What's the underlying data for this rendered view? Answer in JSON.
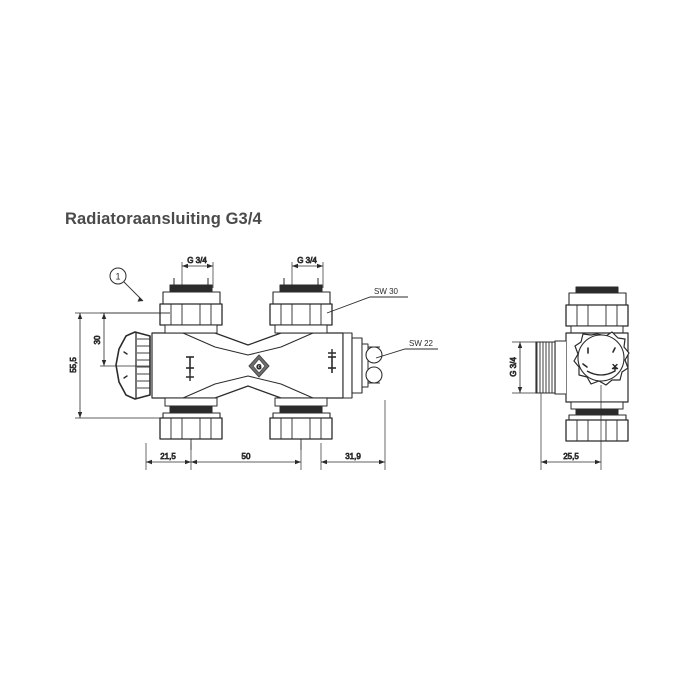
{
  "page": {
    "title": "Radiatoraansluiting G3/4",
    "background_color": "#ffffff",
    "line_color": "#2b2b2b",
    "title_color": "#4a4a4a"
  },
  "drawing": {
    "type": "technical-drawing",
    "description": "Radiator connection valve G3/4 — front view and side view with dimensions",
    "callouts": [
      {
        "id": "balloon-1",
        "label": "1"
      }
    ],
    "leader_labels": [
      {
        "id": "sw30",
        "label": "SW 30"
      },
      {
        "id": "sw22",
        "label": "SW 22"
      }
    ],
    "front_view": {
      "dimensions": {
        "top_left_thread": "G 3/4",
        "top_right_thread": "G 3/4",
        "vertical_outer": "55,5",
        "vertical_inner": "30",
        "bottom_left": "21,5",
        "bottom_center": "50",
        "bottom_right": "31,9"
      }
    },
    "side_view": {
      "dimensions": {
        "vertical_thread": "G 3/4",
        "bottom_width": "25,5"
      }
    }
  }
}
